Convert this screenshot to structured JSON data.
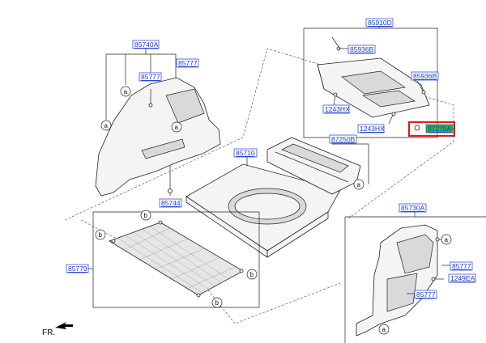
{
  "labels": {
    "l85910D": "85910D",
    "l85936B_a": "85936B",
    "l85936B_b": "85936B",
    "l1243HX_a": "1243HX",
    "l1243HX_b": "1243HX",
    "l97270A": "97270A",
    "l85740A": "85740A",
    "l85777_a": "85777",
    "l85777_b": "85777",
    "l85777_c": "85777",
    "l85777_d": "85777",
    "l85710": "85710",
    "l87250B": "87250B",
    "l85744": "85744",
    "l85730A": "85730A",
    "l85779": "85779",
    "l1249EA": "1249EA"
  },
  "callouts": {
    "a": "a",
    "b": "b"
  },
  "direction": "FR.",
  "highlight_color": "#e01818",
  "label_color": "#1a3bd6"
}
